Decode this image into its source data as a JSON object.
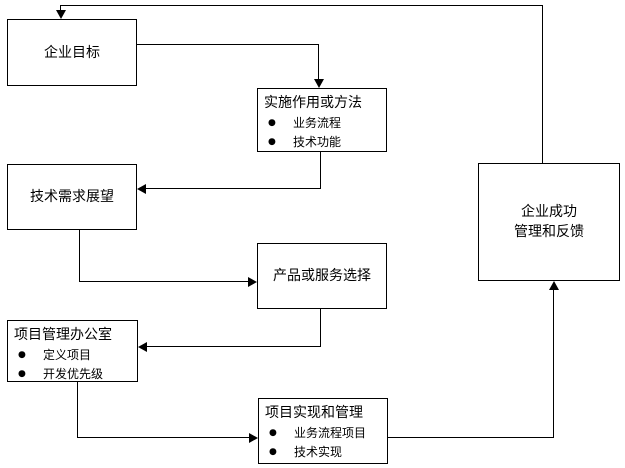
{
  "diagram": {
    "type": "flowchart",
    "bullet_glyph": "●",
    "colors": {
      "background": "#ffffff",
      "line": "#000000",
      "text": "#000000",
      "box_fill": "#ffffff"
    },
    "boxes": {
      "goal": {
        "title": "企业目标"
      },
      "methods": {
        "title": "实施作用或方法",
        "bullets": [
          "业务流程",
          "技术功能"
        ]
      },
      "tech_outlook": {
        "title": "技术需求展望"
      },
      "product_selection": {
        "title": "产品或服务选择"
      },
      "pmo": {
        "title": "项目管理办公室",
        "bullets": [
          "定义项目",
          "开发优先级"
        ]
      },
      "implementation": {
        "title": "项目实现和管理",
        "bullets": [
          "业务流程项目",
          "技术实现"
        ]
      },
      "success": {
        "lines": [
          "企业成功",
          "管理和反馈"
        ]
      }
    },
    "flow": [
      "goal -> methods",
      "methods -> tech_outlook",
      "tech_outlook -> product_selection",
      "product_selection -> pmo",
      "pmo -> implementation",
      "implementation -> success",
      "success -> goal (feedback)"
    ]
  }
}
